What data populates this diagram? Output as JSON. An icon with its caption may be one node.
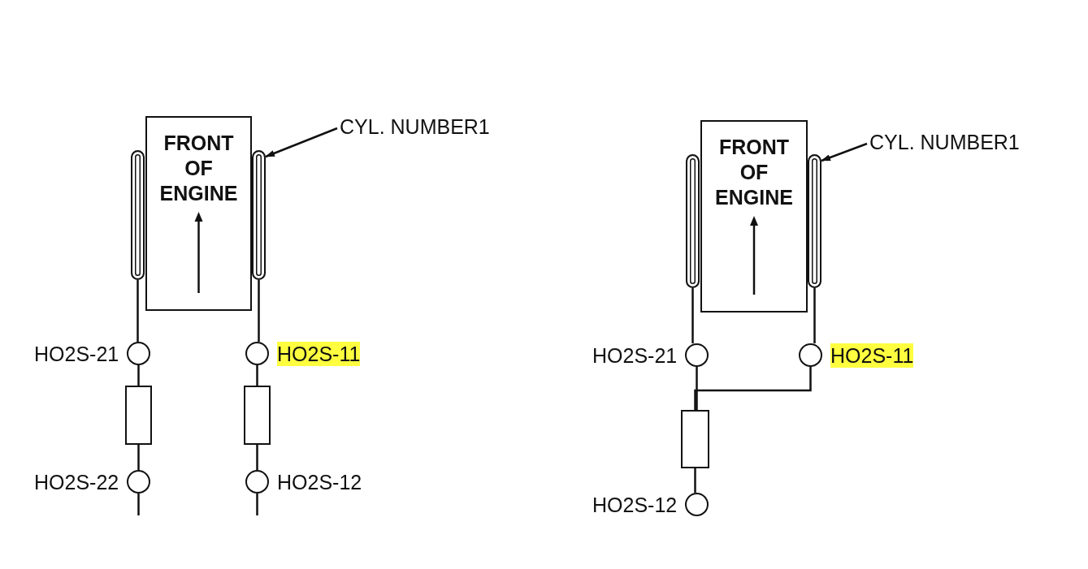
{
  "diagram": {
    "nodes": [
      {
        "text": [
          "FRONT OF ENGINE"
        ]
      },
      {
        "text": [],
        "shape": "bar"
      },
      {
        "text": [],
        "shape": "bar"
      },
      {
        "text": [
          "CYL. NUMBER1"
        ]
      },
      {
        "text": [],
        "shape": "circle",
        "beside": [
          "HO2S-21"
        ]
      },
      {
        "text": [],
        "shape": "box"
      },
      {
        "text": [],
        "shape": "circle",
        "beside": [
          "HO2S-22"
        ]
      },
      {
        "text": [],
        "shape": "circle",
        "beside": [
          "HO2S-11"
        ]
      },
      {
        "text": [],
        "shape": "box"
      },
      {
        "text": [],
        "shape": "circle",
        "beside": [
          "HO2S-12"
        ]
      },
      {
        "text": [
          "FRONT OF ENGINE"
        ]
      },
      {
        "text": [],
        "shape": "bar"
      },
      {
        "text": [],
        "shape": "bar"
      },
      {
        "text": [
          "CYL. NUMBER1"
        ]
      },
      {
        "text": [],
        "shape": "circle",
        "beside": [
          "HO2S-21"
        ]
      },
      {
        "text": [],
        "shape": "circle",
        "beside": [
          "HO2S-11"
        ]
      },
      {
        "text": [],
        "shape": "box"
      },
      {
        "text": [],
        "shape": "circle",
        "beside": [
          "HO2S-12"
        ]
      }
    ],
    "edges": [
      {
        "from": 1,
        "to": 4,
        "arrow": "none"
      },
      {
        "from": 4,
        "to": 5,
        "arrow": "none"
      },
      {
        "from": 5,
        "to": 6,
        "arrow": "none"
      },
      {
        "from": 6,
        "to": null,
        "arrow": "none"
      },
      {
        "from": 2,
        "to": 7,
        "arrow": "none"
      },
      {
        "from": 7,
        "to": 8,
        "arrow": "none"
      },
      {
        "from": 8,
        "to": 9,
        "arrow": "none"
      },
      {
        "from": 9,
        "to": null,
        "arrow": "none"
      },
      {
        "from": 3,
        "to": 2,
        "arrow": "to"
      },
      {
        "from": 11,
        "to": 14,
        "arrow": "none"
      },
      {
        "from": 12,
        "to": 15,
        "arrow": "none"
      },
      {
        "from": 14,
        "to": 16,
        "arrow": "none"
      },
      {
        "from": 15,
        "to": 16,
        "arrow": "none"
      },
      {
        "from": 16,
        "to": 17,
        "arrow": "none"
      },
      {
        "from": 13,
        "to": 12,
        "arrow": "to"
      }
    ]
  }
}
